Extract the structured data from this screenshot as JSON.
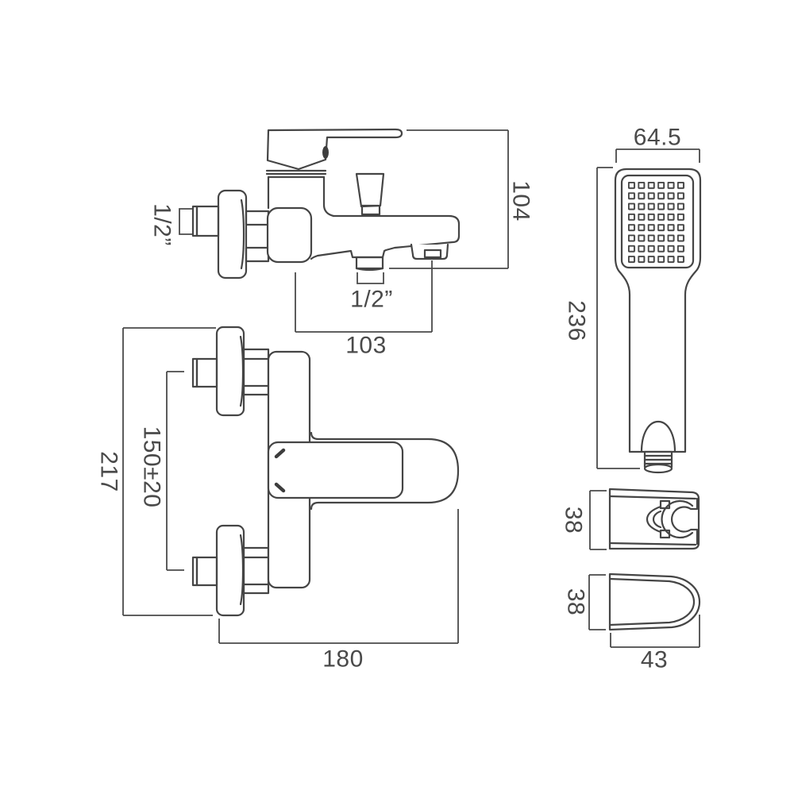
{
  "title": "Bath shower mixer technical dimension drawing",
  "colors": {
    "background": "#ffffff",
    "line": "#454545",
    "text": "#4a4a4a"
  },
  "views": {
    "mixer_side": {
      "label": "mixer side elevation",
      "dims": {
        "inlet_thread": "1/2”",
        "overall_height": "104",
        "outlet_thread": "1/2”",
        "spout_centre": "103"
      }
    },
    "mixer_front": {
      "label": "mixer front elevation",
      "dims": {
        "overall_height": "217",
        "inlet_centres": "150±20",
        "projection": "180"
      }
    },
    "handset": {
      "label": "shower handset",
      "dims": {
        "head_width": "64.5",
        "length": "236"
      }
    },
    "bracket_side": {
      "label": "wall bracket side view",
      "dims": {
        "depth": "38"
      }
    },
    "bracket_plan": {
      "label": "wall bracket plan view",
      "dims": {
        "height": "38",
        "width": "43"
      }
    }
  }
}
